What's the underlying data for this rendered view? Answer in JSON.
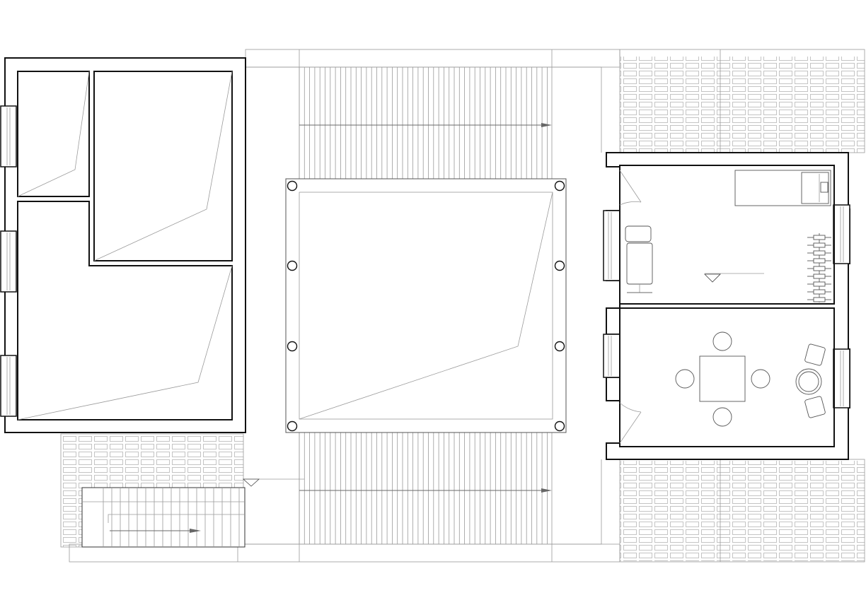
{
  "drawing": {
    "kind": "architectural floor plan",
    "labels": []
  },
  "colors": {
    "wall": "#111111",
    "thin_line": "#9a9a9a",
    "paving": "#b5b5b5",
    "background": "#ffffff"
  },
  "icons": [
    "column-circle",
    "stair-arrow",
    "door-swing",
    "treadmill",
    "table",
    "chair",
    "round-table"
  ]
}
